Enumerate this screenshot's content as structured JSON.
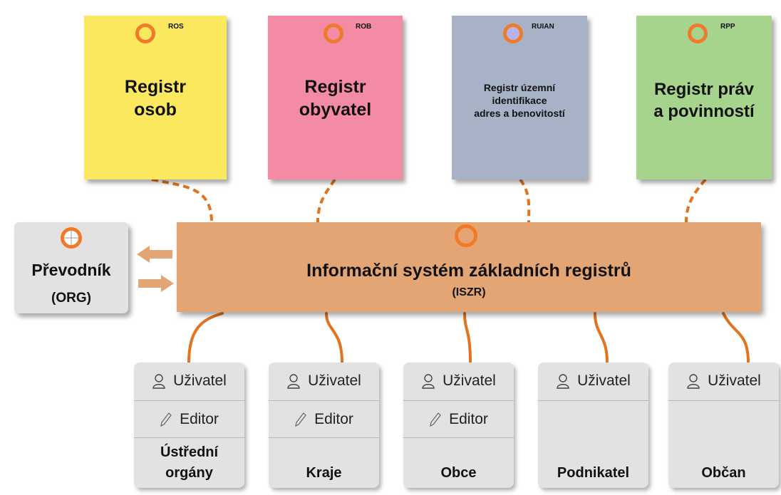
{
  "registers": [
    {
      "code": "ROS",
      "title_lines": [
        "Registr",
        "osob"
      ],
      "bg": "#fbe85f"
    },
    {
      "code": "ROB",
      "title_lines": [
        "Registr",
        "obyvatel"
      ],
      "bg": "#f28ba3"
    },
    {
      "code": "RUIAN",
      "title_lines": [
        "Registr územní",
        "identifikace",
        "adres a benovitostí"
      ],
      "bg": "#a7b2c7"
    },
    {
      "code": "RPP",
      "title_lines": [
        "Registr práv",
        "a povinností"
      ],
      "bg": "#a6d48c"
    }
  ],
  "iszr": {
    "title": "Informační systém základních registrů",
    "abbr": "(ISZR)",
    "bg": "#e4a574"
  },
  "converter": {
    "title": "Převodník",
    "abbr": "(ORG)"
  },
  "consumers": [
    {
      "user_label": "Uživatel",
      "editor_label": "Editor",
      "name_lines": [
        "Ústřední",
        "orgány"
      ]
    },
    {
      "user_label": "Uživatel",
      "editor_label": "Editor",
      "name_lines": [
        "Kraje"
      ]
    },
    {
      "user_label": "Uživatel",
      "editor_label": "Editor",
      "name_lines": [
        "Obce"
      ]
    },
    {
      "user_label": "Uživatel",
      "name_lines": [
        "Podnikatel"
      ]
    },
    {
      "user_label": "Uživatel",
      "name_lines": [
        "Občan"
      ]
    }
  ],
  "colors": {
    "accent_orange": "#f07a2a",
    "connector": "#e2731f",
    "card_gray": "#e2e2e2"
  },
  "icons": {
    "user": "user-icon",
    "editor": "pencil-icon",
    "register_marker": "ring-icon",
    "converter_marker": "crosshair-icon",
    "arrows": "arrow-icon"
  }
}
